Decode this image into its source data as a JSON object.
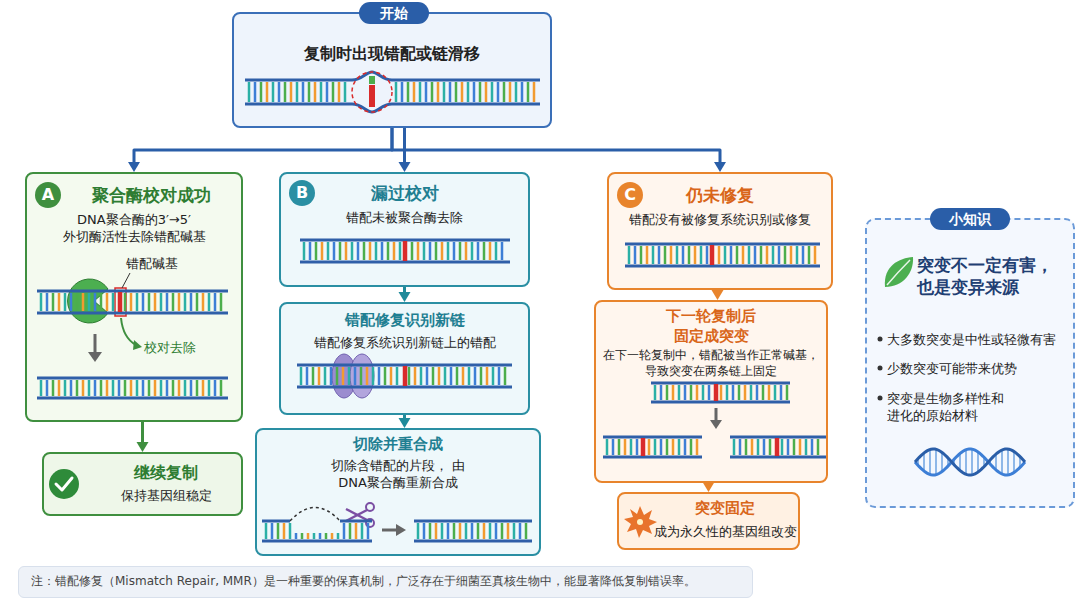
{
  "diagram": {
    "nodes": [
      {
        "text": [
          "开始",
          "复制时出现错配或链滑移"
        ]
      },
      {
        "text": [
          "A",
          "聚合酶校对成功",
          "DNA聚合酶的3′→5′ 外切酶活性去除错配碱基"
        ]
      },
      {
        "text": [
          "继续复制",
          "保持基因组稳定"
        ]
      },
      {
        "text": [
          "B",
          "漏过校对",
          "错配未被聚合酶去除"
        ]
      },
      {
        "text": [
          "错配修复识别新链",
          "错配修复系统识别新链上的错配"
        ]
      },
      {
        "text": [
          "切除并重合成",
          "切除含错配的片段， 由 DNA聚合酶重新合成"
        ]
      },
      {
        "text": [
          "C",
          "仍未修复",
          "错配没有被修复系统识别或修复"
        ]
      },
      {
        "text": [
          "下一轮复制后 固定成突变",
          "在下一轮复制中，错配被当作正常碱基， 导致突变在两条链上固定"
        ]
      },
      {
        "text": [
          "突变固定",
          "成为永久性的基因组改变"
        ]
      },
      {
        "text": [
          "小知识",
          "突变不一定有害， 也是变异来源",
          "大多数突变是中性或轻微有害",
          "少数突变可能带来优势",
          "突变是生物多样性和 进化的原始材料"
        ]
      },
      {
        "text": [
          "注：错配修复（Mismatch Repair, MMR）是一种重要的保真机制，广泛存在于细菌至真核生物中，能显著降低复制错误率。"
        ]
      }
    ],
    "edges": [
      {
        "from": 0,
        "to": 1,
        "arrow": "to"
      },
      {
        "from": 0,
        "to": 3,
        "arrow": "to"
      },
      {
        "from": 0,
        "to": 6,
        "arrow": "to"
      },
      {
        "from": 1,
        "to": 2,
        "arrow": "to"
      },
      {
        "from": 3,
        "to": 4,
        "arrow": "to"
      },
      {
        "from": 4,
        "to": 5,
        "arrow": "to"
      },
      {
        "from": 6,
        "to": 7,
        "arrow": "to"
      },
      {
        "from": 7,
        "to": 8,
        "arrow": "to"
      }
    ],
    "labels": [
      "错配碱基",
      "校对去除"
    ]
  }
}
